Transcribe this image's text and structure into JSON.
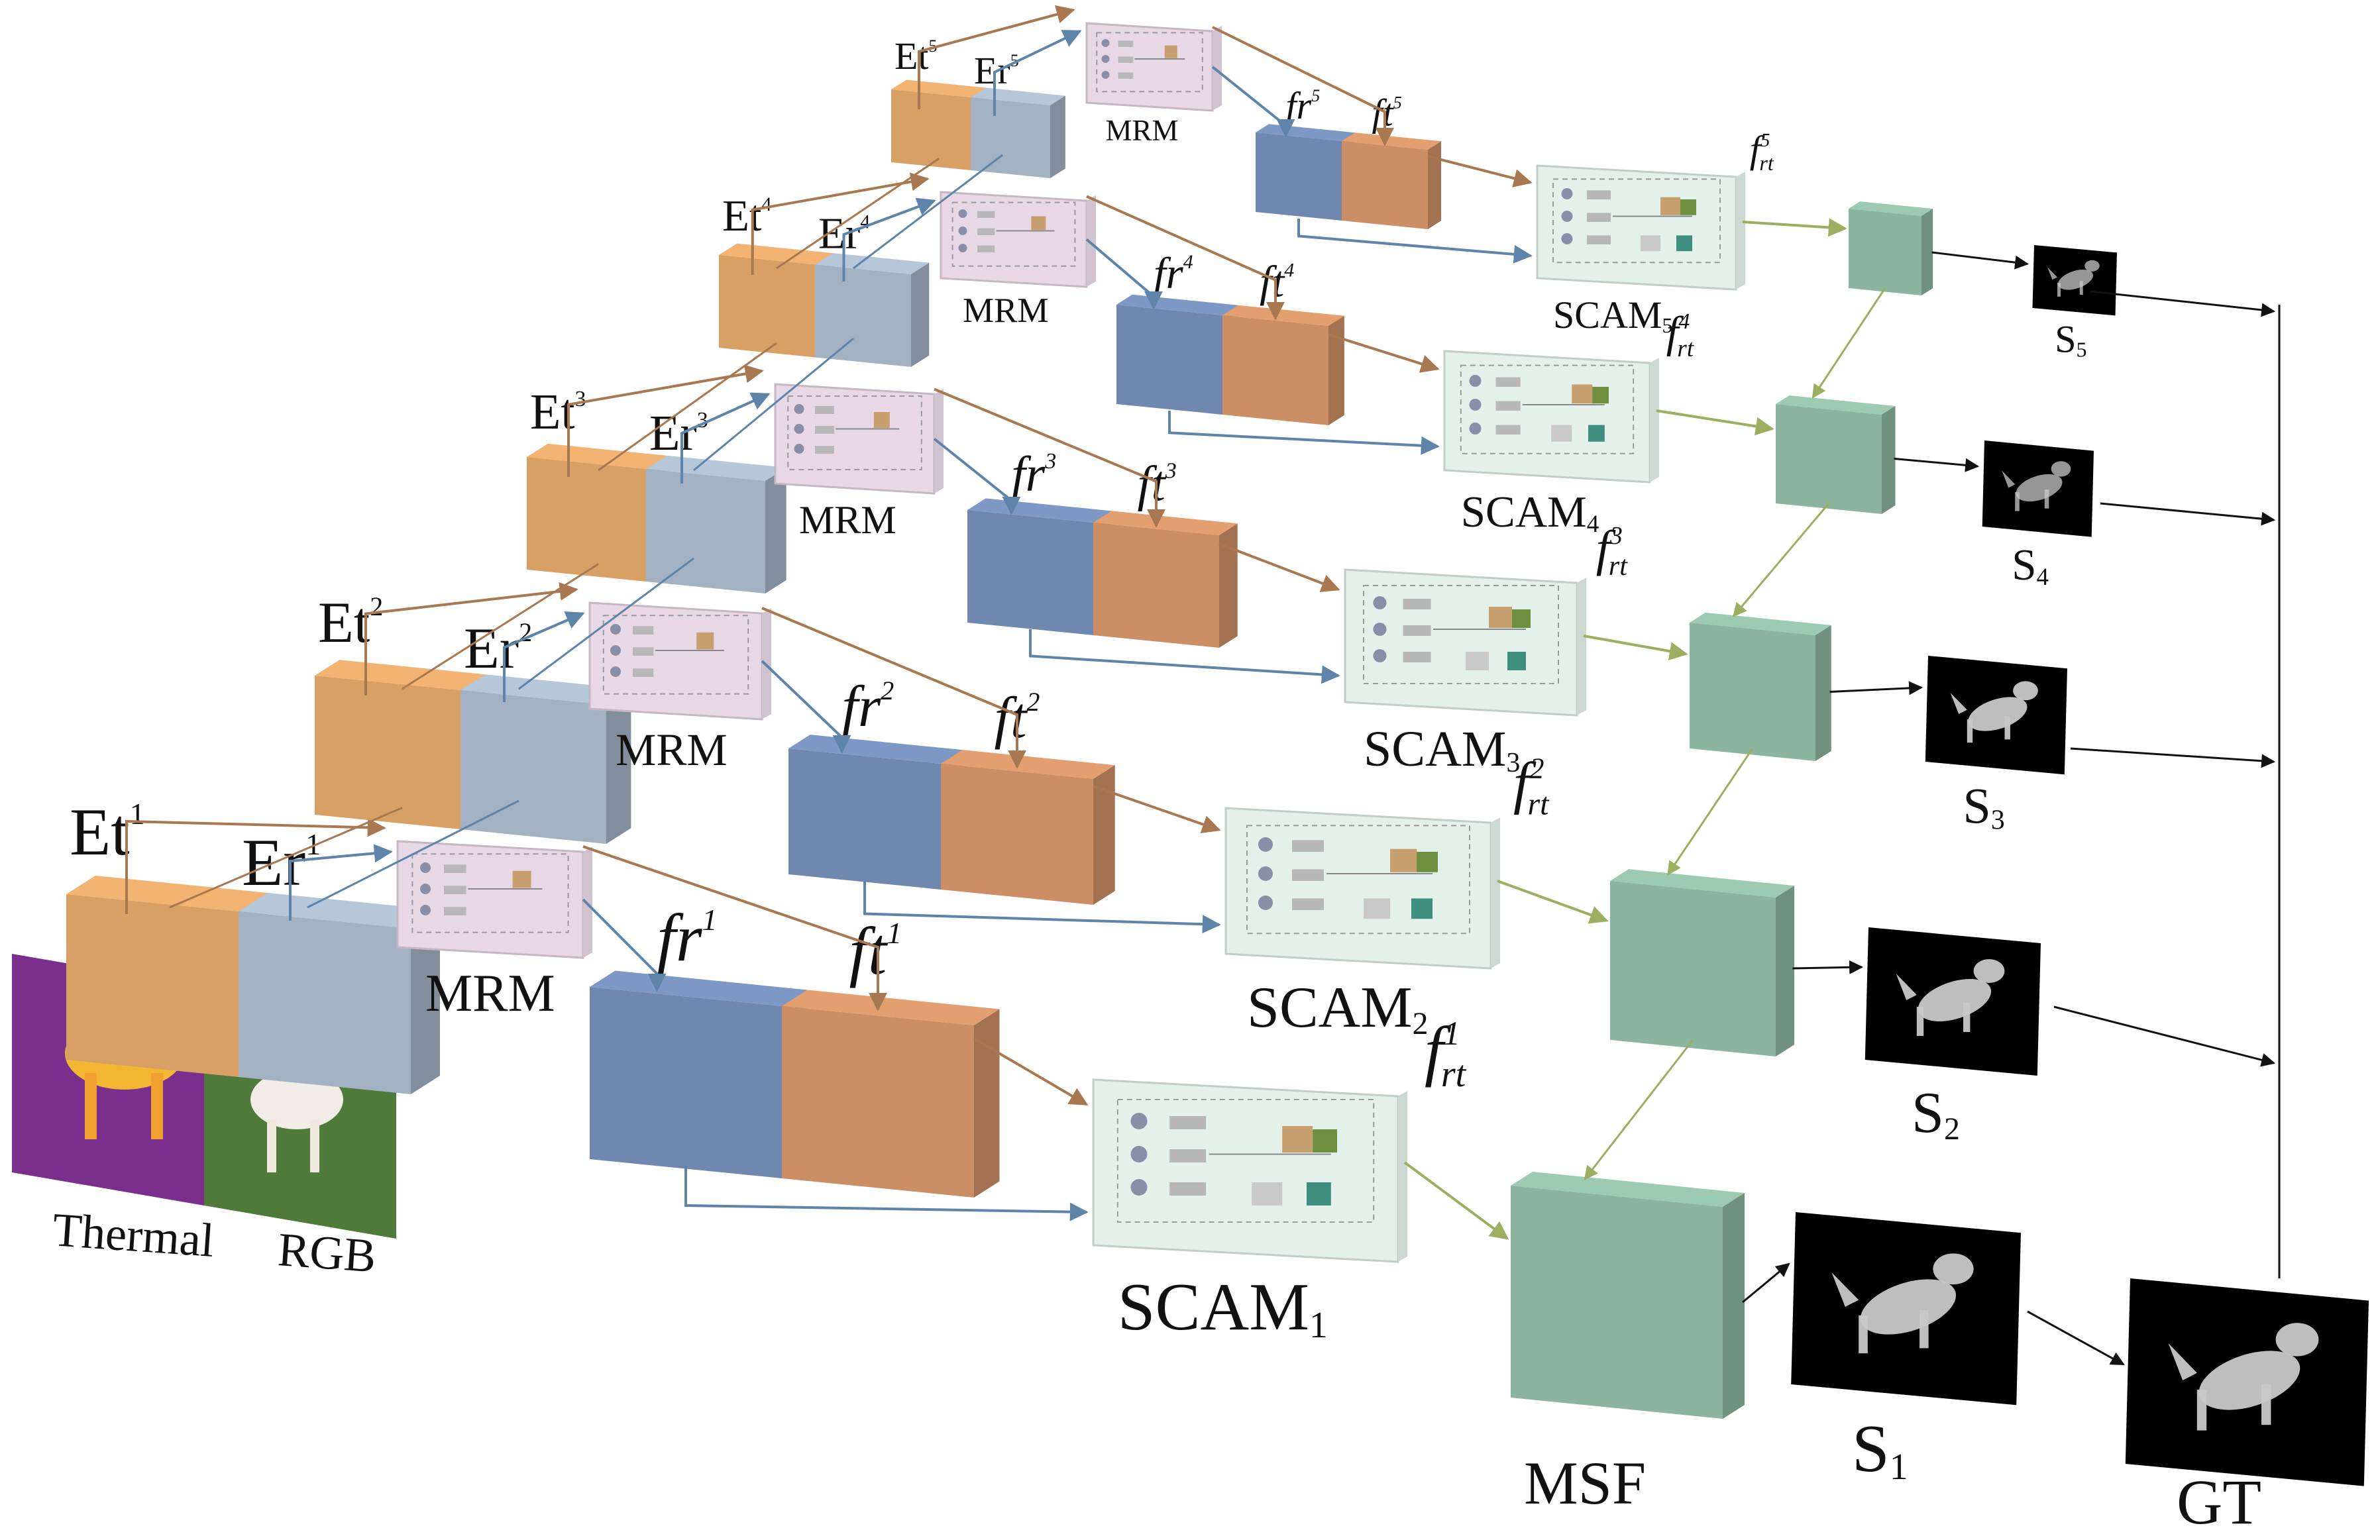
{
  "inputs": {
    "thermal_label": "Thermal",
    "rgb_label": "RGB"
  },
  "levels": [
    {
      "et": "Et",
      "er": "Er",
      "sup": "1",
      "mrm": "MRM",
      "fr": "fr",
      "ft": "ft",
      "frt": "f",
      "frt_sub": "rt",
      "scam": "SCAM",
      "scam_sub": "1",
      "saliency": "S",
      "saliency_sub": "1"
    },
    {
      "et": "Et",
      "er": "Er",
      "sup": "2",
      "mrm": "MRM",
      "fr": "fr",
      "ft": "ft",
      "frt": "f",
      "frt_sub": "rt",
      "scam": "SCAM",
      "scam_sub": "2",
      "saliency": "S",
      "saliency_sub": "2"
    },
    {
      "et": "Et",
      "er": "Er",
      "sup": "3",
      "mrm": "MRM",
      "fr": "fr",
      "ft": "ft",
      "frt": "f",
      "frt_sub": "rt",
      "scam": "SCAM",
      "scam_sub": "3",
      "saliency": "S",
      "saliency_sub": "3"
    },
    {
      "et": "Et",
      "er": "Er",
      "sup": "4",
      "mrm": "MRM",
      "fr": "fr",
      "ft": "ft",
      "frt": "f",
      "frt_sub": "rt",
      "scam": "SCAM",
      "scam_sub": "4",
      "saliency": "S",
      "saliency_sub": "4"
    },
    {
      "et": "Et",
      "er": "Er",
      "sup": "5",
      "mrm": "MRM",
      "fr": "fr",
      "ft": "ft",
      "frt": "f",
      "frt_sub": "rt",
      "scam": "SCAM",
      "scam_sub": "5",
      "saliency": "S",
      "saliency_sub": "5"
    }
  ],
  "msf_label": "MSF",
  "gt_label": "GT",
  "colors": {
    "thermal_block": "#D9A066",
    "rgb_block": "#A2B2C2",
    "fr_block": "#7088B0",
    "ft_block": "#CC8E64",
    "scam_bg": "#E3F1EA",
    "mrm_bg": "#E8D8E6",
    "fusion_block": "#8BB59E",
    "arrow_brown": "#A87850",
    "arrow_blue": "#5E84AA",
    "arrow_green": "#9AB060",
    "arrow_black": "#111111"
  }
}
